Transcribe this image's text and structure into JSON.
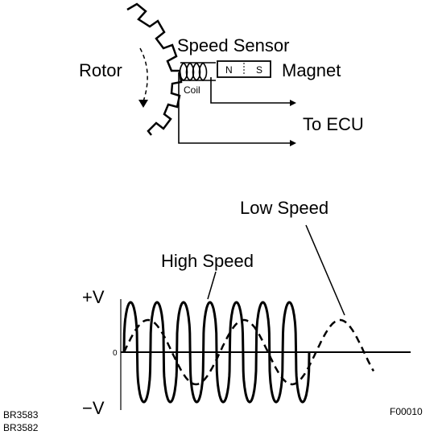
{
  "labels": {
    "rotor": "Rotor",
    "speed_sensor": "Speed Sensor",
    "magnet": "Magnet",
    "magnet_n": "N",
    "magnet_s": "S",
    "coil": "Coil",
    "to_ecu": "To ECU",
    "low_speed": "Low Speed",
    "high_speed": "High Speed",
    "plus_v": "+V",
    "minus_v": "−V",
    "zero": "0",
    "code_1": "BR3583",
    "code_2": "BR3582",
    "code_3": "F00010"
  }
}
